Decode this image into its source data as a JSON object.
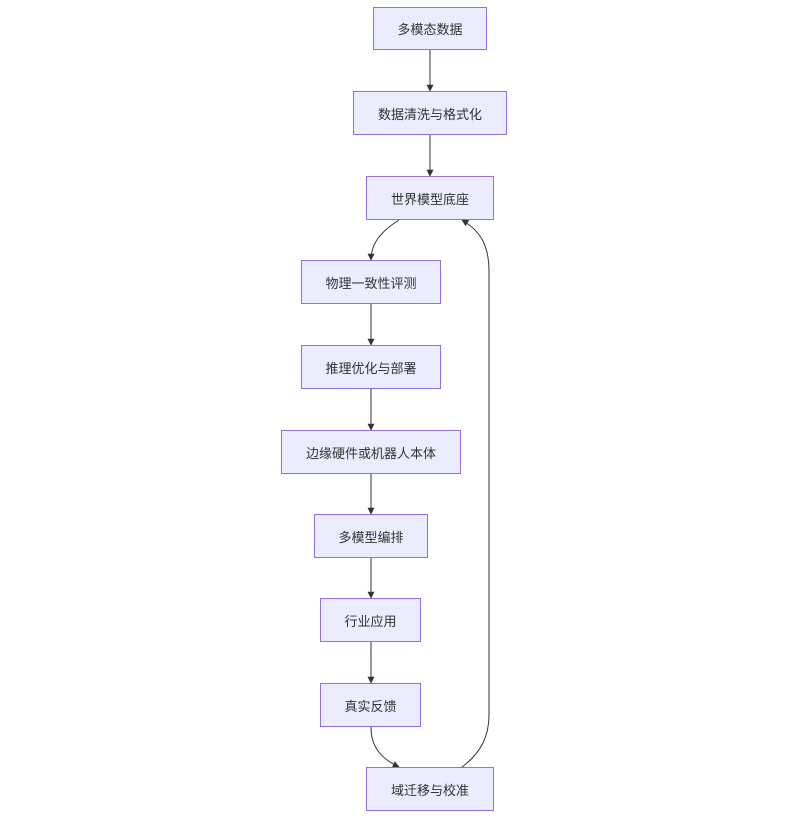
{
  "diagram": {
    "type": "flowchart",
    "direction": "top-down",
    "nodes": [
      {
        "id": "n1",
        "label": "多模态数据"
      },
      {
        "id": "n2",
        "label": "数据清洗与格式化"
      },
      {
        "id": "n3",
        "label": "世界模型底座"
      },
      {
        "id": "n4",
        "label": "物理一致性评测"
      },
      {
        "id": "n5",
        "label": "推理优化与部署"
      },
      {
        "id": "n6",
        "label": "边缘硬件或机器人本体"
      },
      {
        "id": "n7",
        "label": "多模型编排"
      },
      {
        "id": "n8",
        "label": "行业应用"
      },
      {
        "id": "n9",
        "label": "真实反馈"
      },
      {
        "id": "n10",
        "label": "域迁移与校准"
      }
    ],
    "edges": [
      {
        "from": "n1",
        "to": "n2"
      },
      {
        "from": "n2",
        "to": "n3"
      },
      {
        "from": "n3",
        "to": "n4"
      },
      {
        "from": "n4",
        "to": "n5"
      },
      {
        "from": "n5",
        "to": "n6"
      },
      {
        "from": "n6",
        "to": "n7"
      },
      {
        "from": "n7",
        "to": "n8"
      },
      {
        "from": "n8",
        "to": "n9"
      },
      {
        "from": "n9",
        "to": "n10"
      },
      {
        "from": "n10",
        "to": "n3"
      }
    ],
    "colors": {
      "node_fill": "#ececff",
      "node_border": "#9370db",
      "text": "#333333",
      "edge": "#333333"
    }
  }
}
